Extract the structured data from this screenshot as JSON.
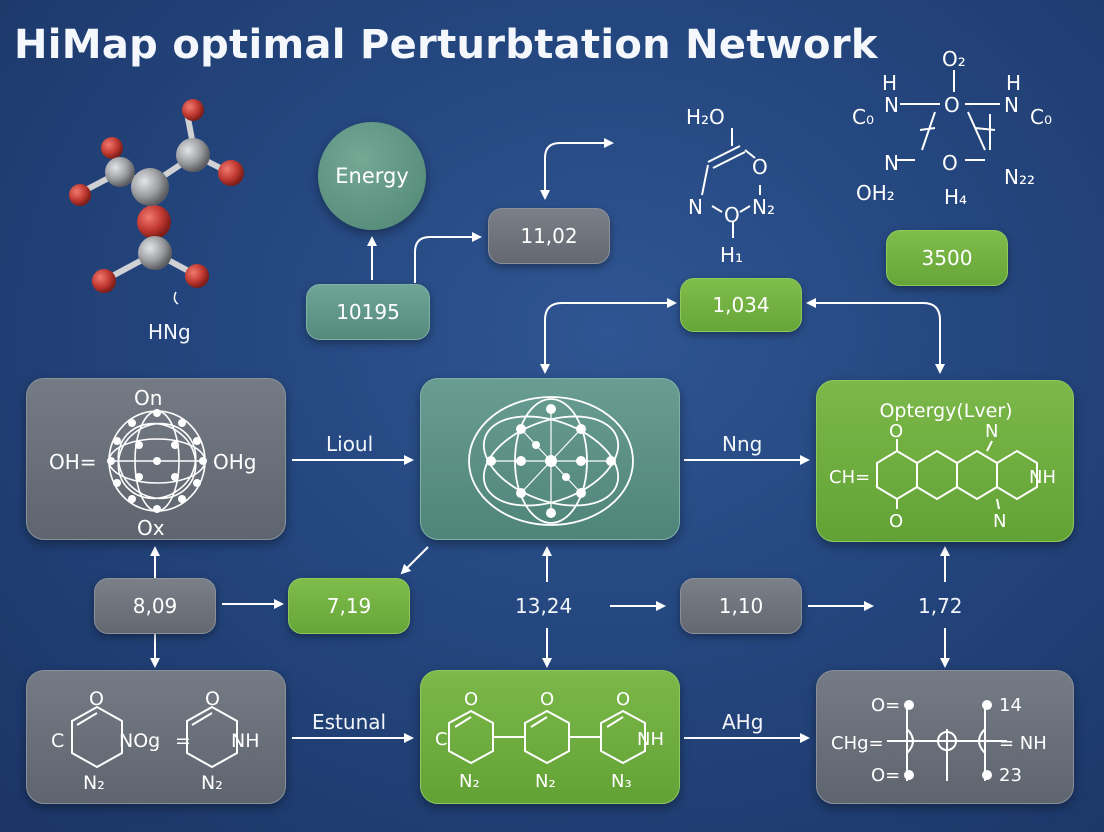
{
  "title": "HiMap optimal Perturbtation Network",
  "molecule_3d": {
    "label": "HNg"
  },
  "energy_node": {
    "label": "Energy"
  },
  "values": {
    "v10195": "10195",
    "v1102": "11,02",
    "v1034": "1,034",
    "v3500": "3500",
    "v809": "8,09",
    "v719": "7,19",
    "v1324": "13,24",
    "v110": "1,10",
    "v172": "1,72"
  },
  "edge_labels": {
    "left_top": "Lioul",
    "right_top": "Nng",
    "left_bottom": "Estunal",
    "right_bottom": "AHg"
  },
  "top_structure_a": {
    "h2o": "H₂O",
    "o": "O",
    "n": "N",
    "o2": "O",
    "n2": "N₂",
    "h1": "H₁"
  },
  "top_structure_b": {
    "o2": "O₂",
    "h_left": "H",
    "h_right": "H",
    "co_left": "C₀",
    "co_right": "C₀",
    "n1": "N",
    "o_top": "O",
    "n2": "N",
    "n_left": "N",
    "o_mid": "O",
    "n22": "N₂₂",
    "oh2": "OH₂",
    "h4": "H₄"
  },
  "nodes": {
    "top_left": {
      "top": "On",
      "left": "OH=",
      "right": "OHg",
      "bottom": "Ox"
    },
    "top_right": {
      "title": "Optergy(Lver)",
      "o_top": "O",
      "n_top": "N",
      "ch": "CH=",
      "nh": "NH",
      "o_bottom": "O",
      "n_bottom": "N"
    },
    "bottom_left": {
      "c": "C",
      "o_a": "O",
      "nog": "NOg",
      "eq": "=",
      "o_b": "O",
      "nh": "NH",
      "n2_a": "N₂",
      "n2_b": "N₂"
    },
    "bottom_center": {
      "o_a": "O",
      "o_b": "O",
      "o_c": "O",
      "c": "C",
      "nh": "NH",
      "n2_a": "N₂",
      "n2_b": "N₂",
      "n3": "N₃"
    },
    "bottom_right": {
      "o_top": "O=",
      "o_bot": "O=",
      "chg": "CHg=",
      "eq_nh": "= NH",
      "n14": "14",
      "n23": "23"
    }
  },
  "colors": {
    "background": "#24467e",
    "grey_node": "#6b717b",
    "teal_node": "#5a8f83",
    "green_node": "#6fad3f",
    "atom_red": "#c23a32",
    "atom_grey": "#9c9ea2"
  }
}
